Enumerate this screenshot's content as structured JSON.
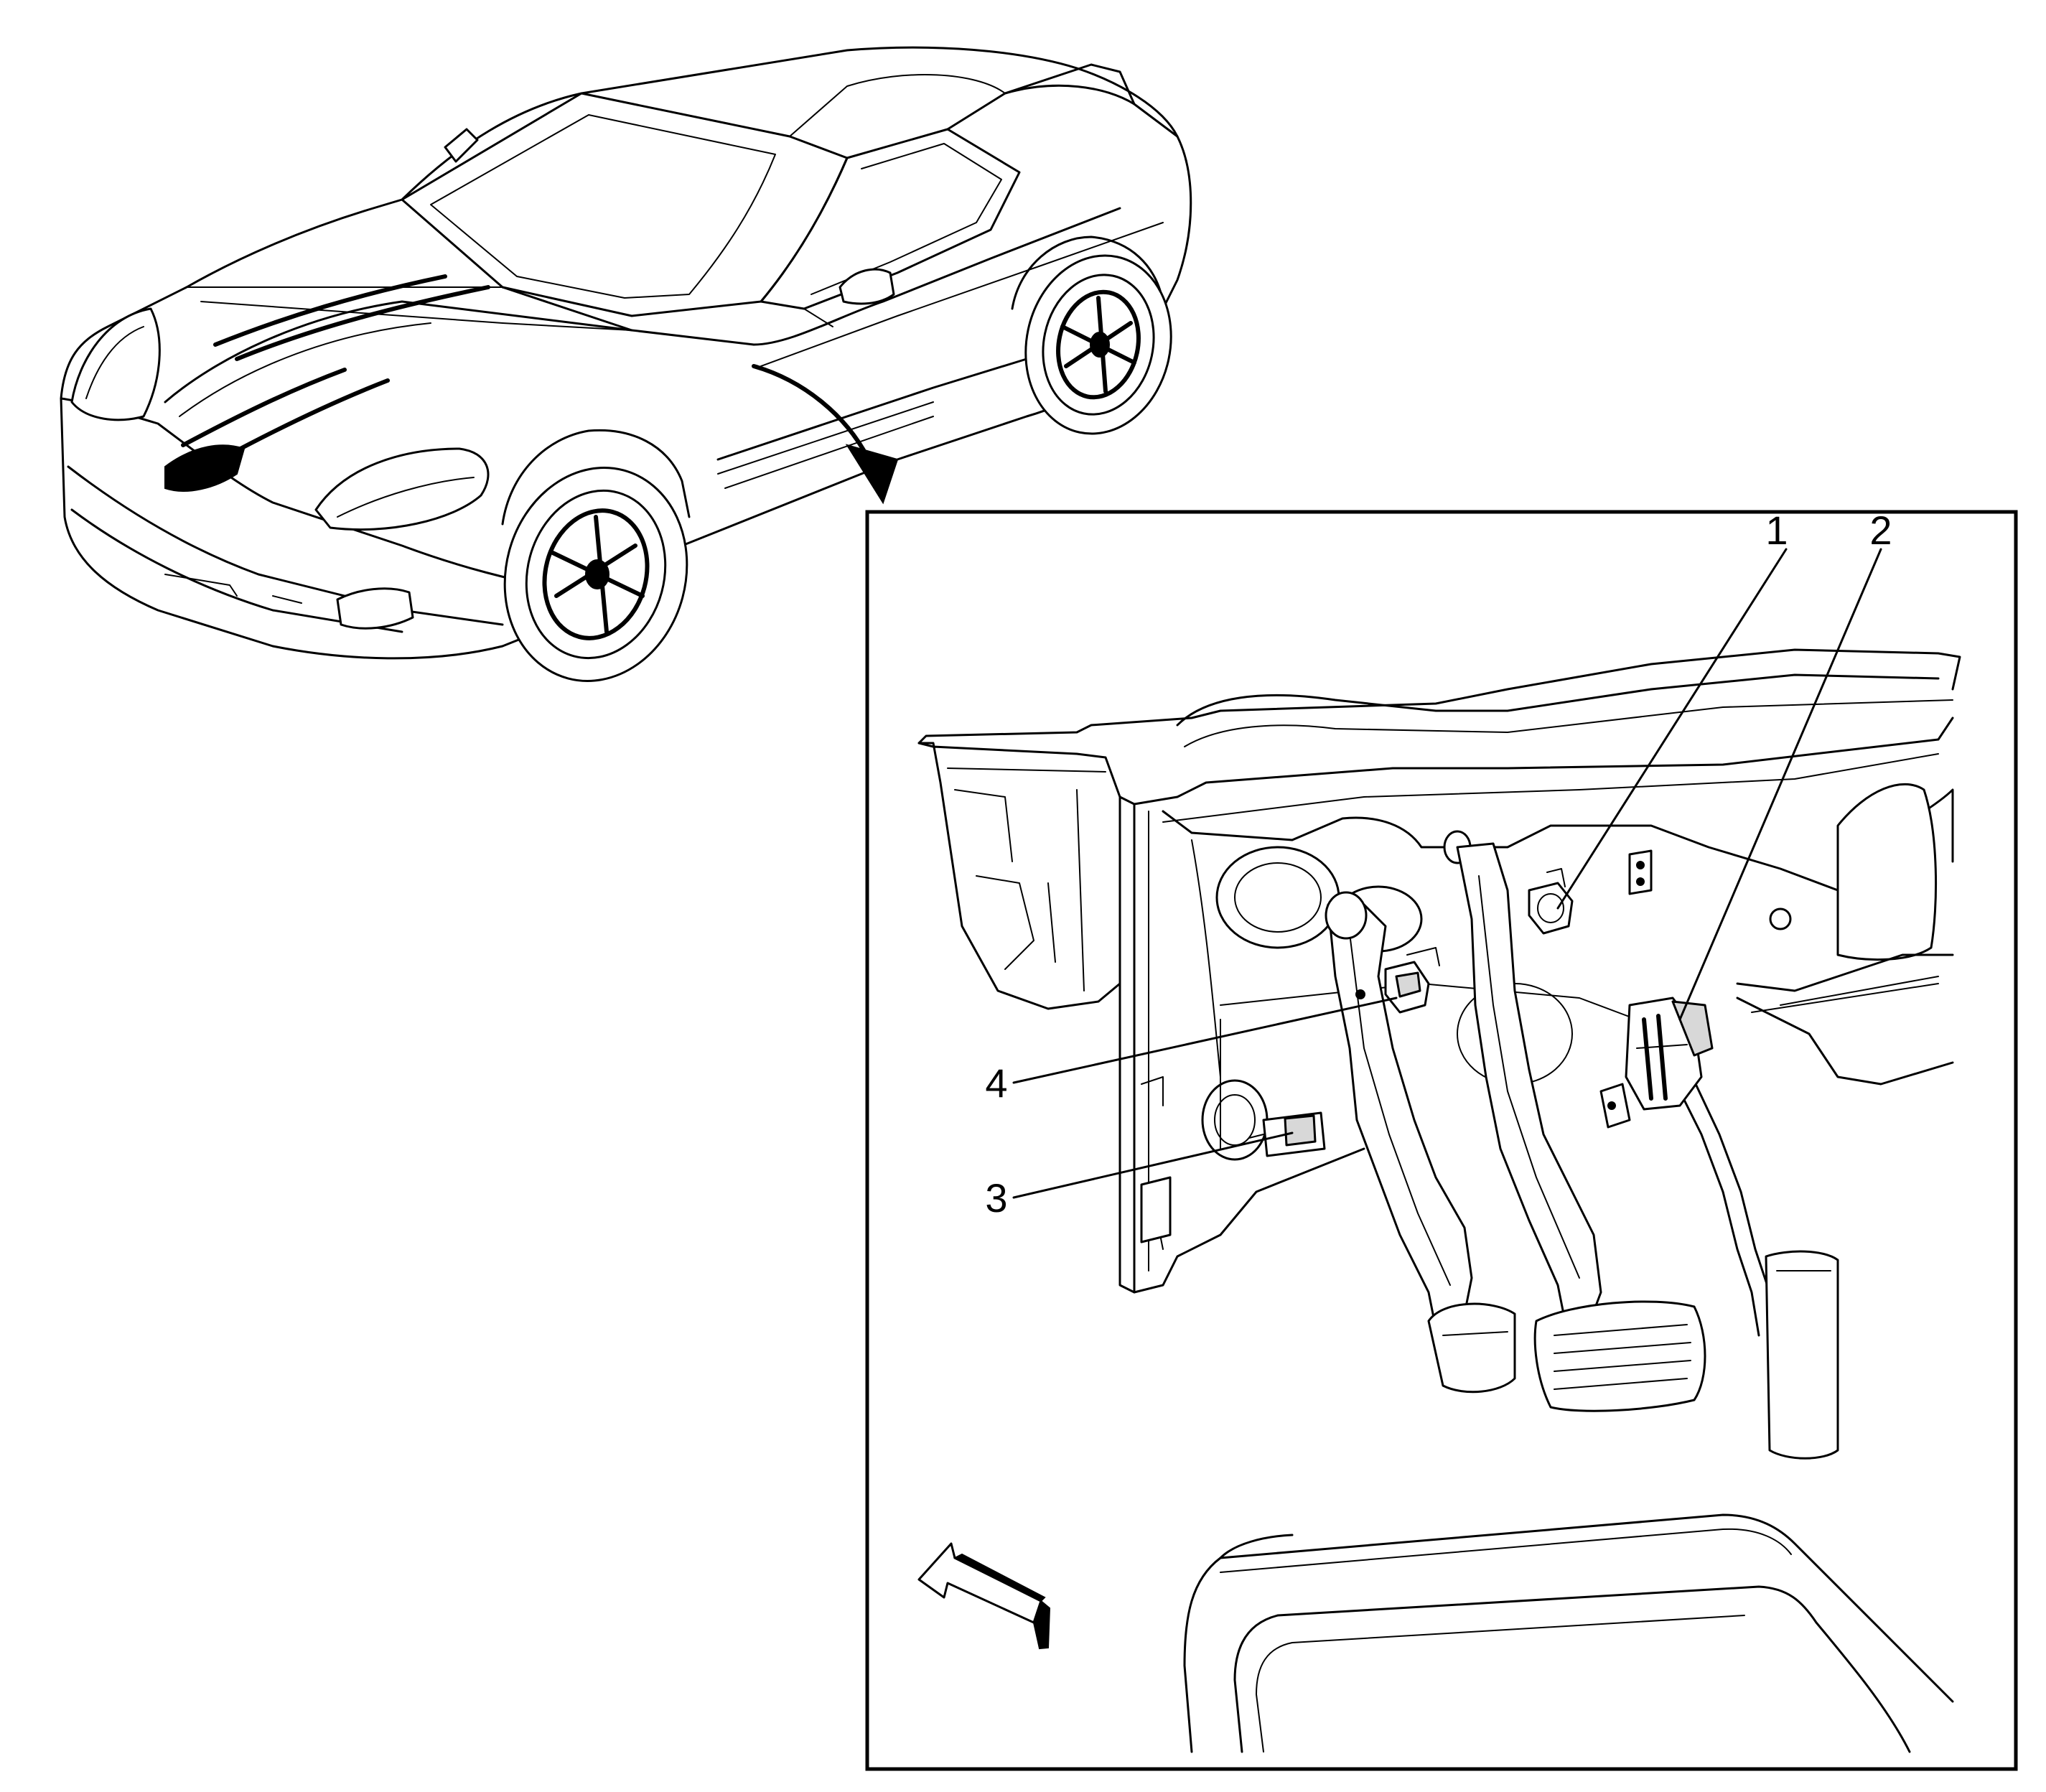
{
  "callouts": [
    {
      "number": "1",
      "component": "clutch-pedal-position-sensor"
    },
    {
      "number": "2",
      "component": "accelerator-pedal-position-sensor"
    },
    {
      "number": "3",
      "component": "connector"
    },
    {
      "number": "4",
      "component": "sensor"
    }
  ],
  "icons": {
    "vehicle": "car-outline-icon",
    "pointer": "curved-arrow-icon",
    "front_direction": "direction-arrow-icon"
  }
}
